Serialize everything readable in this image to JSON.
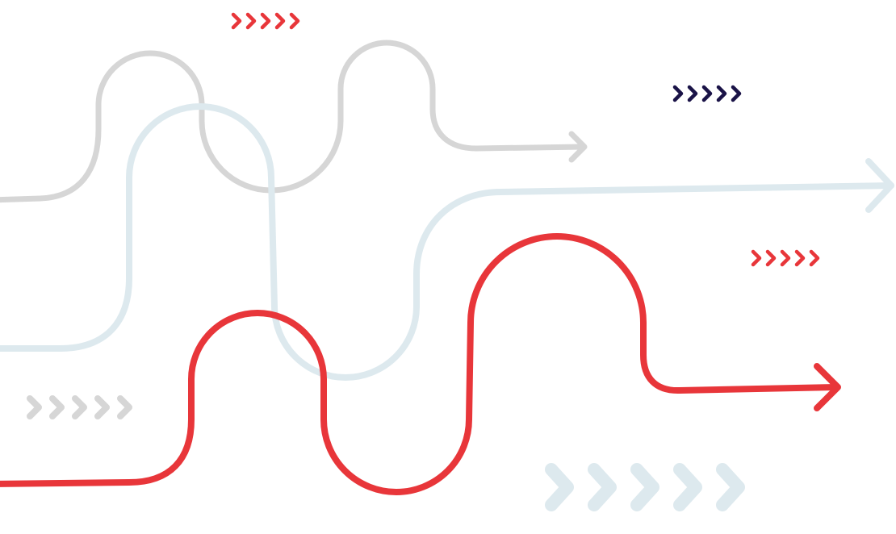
{
  "colors": {
    "background": "#ffffff",
    "red": "#e8363a",
    "gray": "#d6d6d6",
    "light_blue": "#dde9ee",
    "navy": "#1a1347"
  },
  "icons": {
    "chevron_group": "chevron-right-icon",
    "arrow_head": "arrow-right-icon"
  },
  "lines": [
    {
      "name": "gray-wavy-line",
      "color_key": "gray"
    },
    {
      "name": "light-blue-wavy-line",
      "color_key": "light_blue"
    },
    {
      "name": "red-wavy-line",
      "color_key": "red"
    }
  ],
  "chevron_groups": [
    {
      "name": "red-chevrons-top",
      "color_key": "red",
      "count": 5
    },
    {
      "name": "navy-chevrons",
      "color_key": "navy",
      "count": 5
    },
    {
      "name": "red-chevrons-right",
      "color_key": "red",
      "count": 5
    },
    {
      "name": "gray-chevrons",
      "color_key": "gray",
      "count": 5
    },
    {
      "name": "light-blue-chevrons",
      "color_key": "light_blue",
      "count": 5
    }
  ]
}
